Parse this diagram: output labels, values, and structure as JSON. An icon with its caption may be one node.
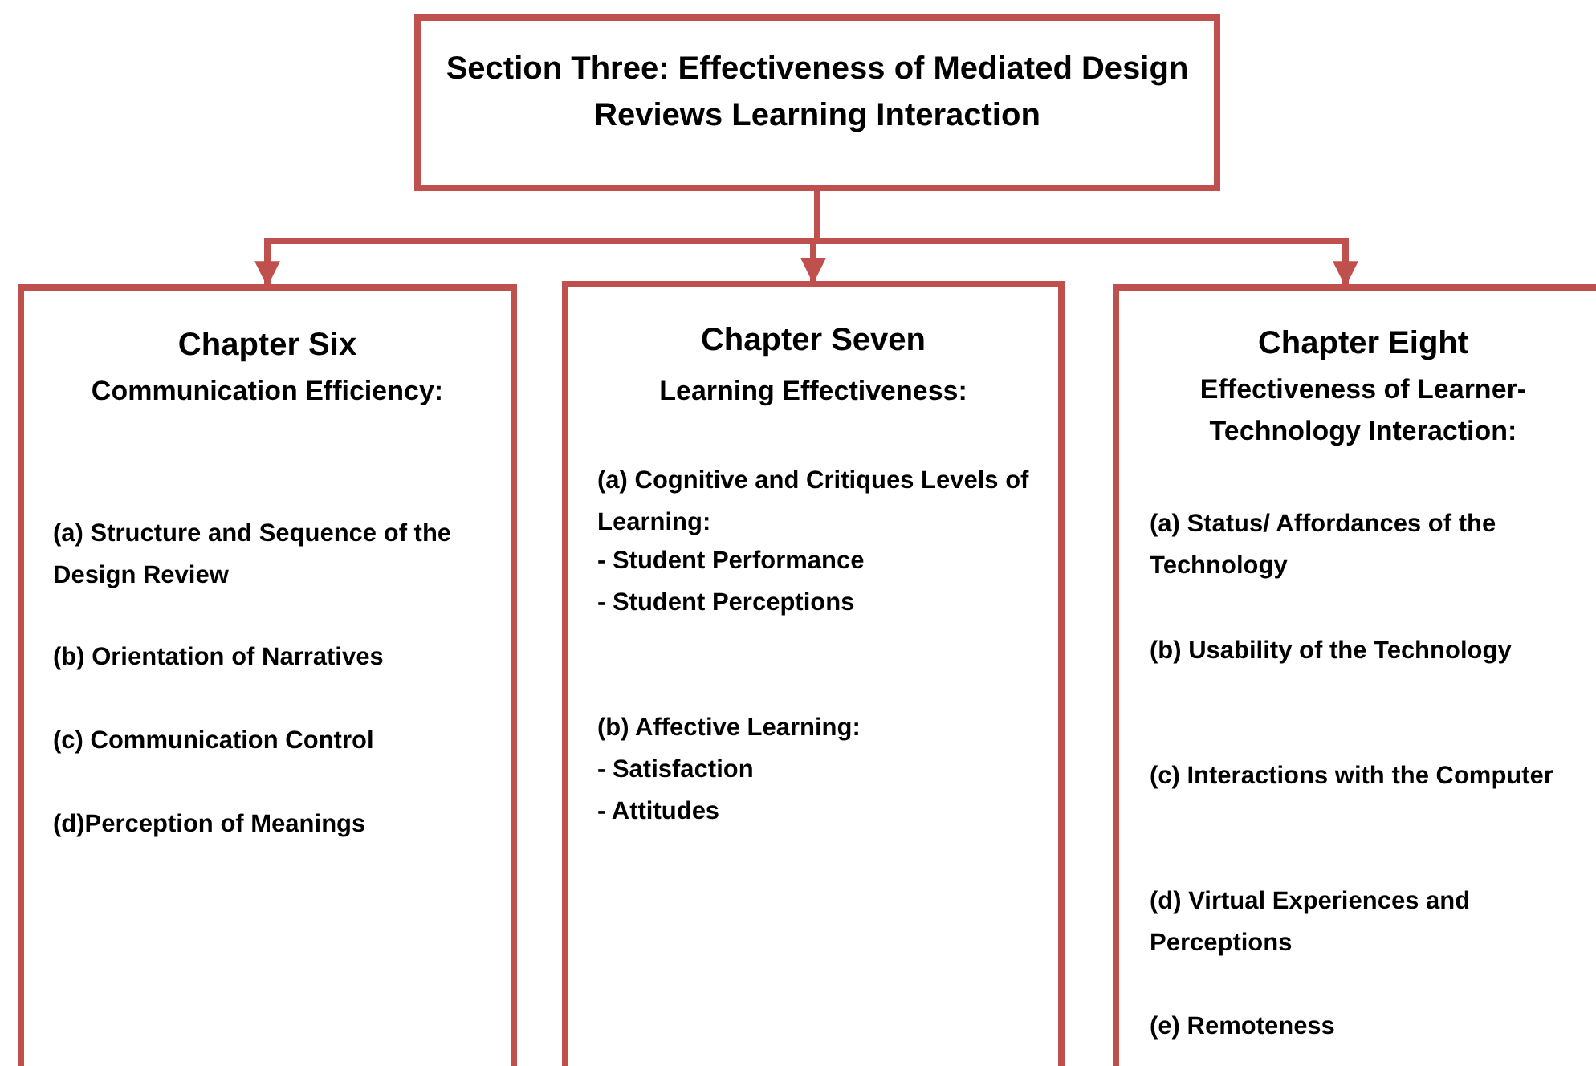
{
  "diagram": {
    "nodes": [
      {
        "text": [
          "Section Three: Effectiveness of Mediated Design Reviews Learning Interaction"
        ]
      },
      {
        "text": [
          "Chapter Six",
          "Communication Efficiency:",
          "(a) Structure and Sequence of the Design Review",
          "(b) Orientation of Narratives",
          "(c) Communication Control",
          "(d)Perception of Meanings"
        ]
      },
      {
        "text": [
          "Chapter Seven",
          "Learning Effectiveness:",
          "(a) Cognitive and Critiques Levels of Learning:",
          "- Student Performance",
          "- Student Perceptions",
          "(b) Affective Learning:",
          "- Satisfaction",
          "- Attitudes"
        ]
      },
      {
        "text": [
          "Chapter Eight",
          "Effectiveness of Learner-Technology Interaction:",
          "(a) Status/ Affordances of the Technology",
          "(b) Usability of the Technology",
          "(c) Interactions with the Computer",
          "(d) Virtual Experiences and Perceptions",
          "(e) Remoteness"
        ]
      }
    ],
    "edges": [
      {
        "from": 0,
        "to": 1,
        "arrow": "to"
      },
      {
        "from": 0,
        "to": 2,
        "arrow": "to"
      },
      {
        "from": 0,
        "to": 3,
        "arrow": "to"
      }
    ]
  }
}
